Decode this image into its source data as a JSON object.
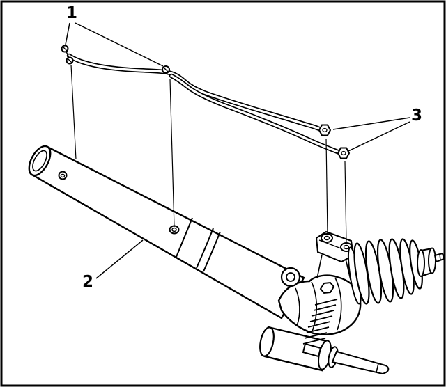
{
  "diagram": {
    "background_color": "#ffffff",
    "line_color": "#000000",
    "callouts": {
      "c1": "1",
      "c2": "2",
      "c3": "3"
    }
  }
}
